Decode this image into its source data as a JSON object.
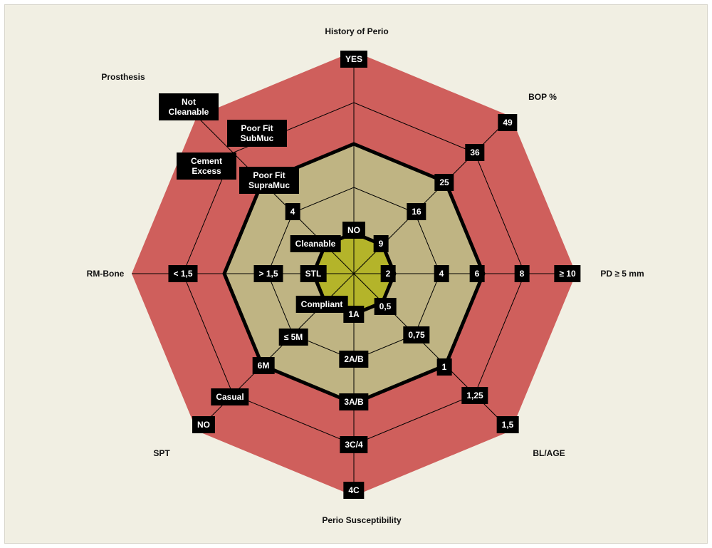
{
  "colors": {
    "background": "#f1efe3",
    "high_risk": "#cf5f5c",
    "medium_risk": "#bfb483",
    "low_risk": "#b4b42a",
    "outline": "#000000"
  },
  "axes": {
    "history": "History of Perio",
    "bop": "BOP %",
    "pd": "PD ≥ 5 mm",
    "bl_age": "BL/AGE",
    "susceptibility": "Perio Susceptibility",
    "spt": "SPT",
    "rm_bone": "RM-Bone",
    "prosthesis": "Prosthesis"
  },
  "values": {
    "history": [
      "NO",
      "YES"
    ],
    "bop": [
      "9",
      "16",
      "25",
      "36",
      "49"
    ],
    "pd": [
      "2",
      "4",
      "6",
      "8",
      "≥ 10"
    ],
    "bl_age": [
      "0,5",
      "0,75",
      "1",
      "1,25",
      "1,5"
    ],
    "susceptibility": [
      "1A",
      "2A/B",
      "3A/B",
      "3C/4",
      "4C"
    ],
    "spt": [
      "Compliant",
      "≤ 5M",
      "6M",
      "Casual",
      "NO"
    ],
    "rm_bone": [
      "STL",
      "> 1,5",
      "< 1,5"
    ],
    "prosthesis": [
      "Cleanable",
      "4",
      "Poor Fit SupraMuc",
      "Poor Fit SubMuc",
      "Cement Excess",
      "Not Cleanable"
    ]
  }
}
